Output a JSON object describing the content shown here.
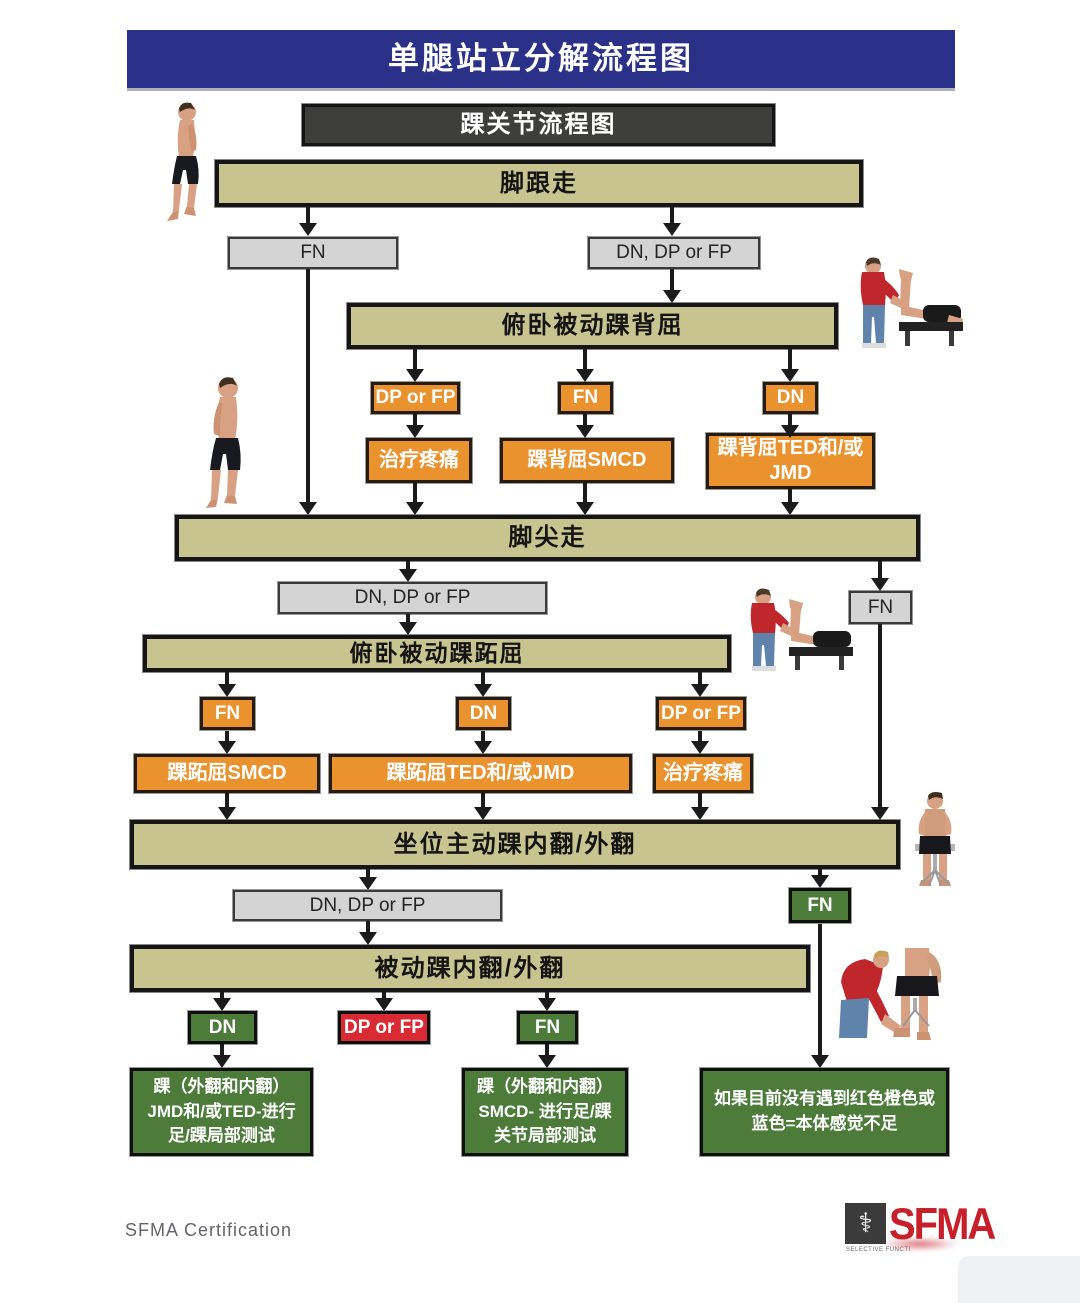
{
  "page": {
    "title": "单腿站立分解流程图",
    "footer_left": "SFMA Certification",
    "logo": {
      "wordmark": "SFMA",
      "symbol": "⚕",
      "subtext": "SELECTIVE FUNCTI"
    }
  },
  "colors": {
    "banner_navy": "#2b3189",
    "node_olive": "#c8c48f",
    "node_dark": "#3e3e3c",
    "result_gray": "#d4d4d4",
    "outcome_orange": "#e9922e",
    "outcome_green": "#4c7b3a",
    "outcome_red": "#da2a33",
    "arrow_black": "#1b1b1b"
  },
  "flow": {
    "subtitle": "踝关节流程图",
    "tests": {
      "heel_walk": "脚跟走",
      "prone_dorsiflexion": "俯卧被动踝背屈",
      "toe_walk": "脚尖走",
      "prone_plantarflexion": "俯卧被动踝跖屈",
      "seated_active_inv_ev": "坐位主动踝内翻/外翻",
      "passive_inv_ev": "被动踝内翻/外翻"
    },
    "results": {
      "fn": "FN",
      "dn": "DN",
      "dp_or_fp": "DP or FP",
      "dn_dp_or_fp": "DN, DP or FP"
    },
    "outcomes": {
      "treat_pain": "治疗疼痛",
      "dorsiflexion_smcd": "踝背屈SMCD",
      "dorsiflexion_ted_jmd": "踝背屈TED和/或\nJMD",
      "plantarflexion_smcd": "踝跖屈SMCD",
      "plantarflexion_ted_jmd": "踝跖屈TED和/或JMD",
      "ankle_jmd_ted_local_test": "踝（外翻和内翻）\nJMD和/或TED-进行\n足/踝局部测试",
      "ankle_smcd_local_test": "踝（外翻和内翻）\nSMCD- 进行足/踝\n关节局部测试",
      "proprioception_note": "如果目前没有遇到红色橙色或\n蓝色=本体感觉不足"
    }
  }
}
